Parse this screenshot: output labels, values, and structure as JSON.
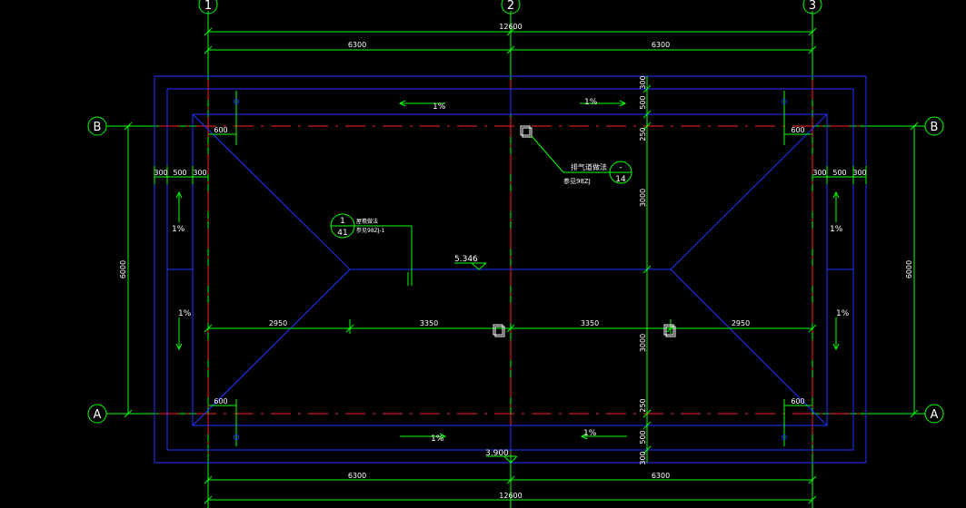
{
  "grid_axes": {
    "col_1": "1",
    "col_2": "2",
    "col_3": "3",
    "row_b": "B",
    "row_a": "A"
  },
  "dims": {
    "total_width": "12600",
    "half_width": "6300",
    "total_depth": "6000",
    "edge_300": "300",
    "edge_500": "500",
    "edge_250": "250",
    "half_depth": "3000",
    "corner_600": "600",
    "span_2950": "2950",
    "span_3350": "3350"
  },
  "slopes": {
    "pct": "1%"
  },
  "levels": {
    "ridge": "5.346",
    "eave": "3.900"
  },
  "callout_left": {
    "num": "1",
    "sheet": "41",
    "title": "屋檐做法",
    "ref": "参见98ZJ-1"
  },
  "callout_right": {
    "num": "-",
    "sheet": "14",
    "title": "排气道做法",
    "ref": "参见98ZJ"
  },
  "colors": {
    "background": "#000000",
    "dimension_lines": "#00ff00",
    "roof_outline": "#2233ff",
    "axis_lines": "#ff2020",
    "text": "#ffffff"
  }
}
